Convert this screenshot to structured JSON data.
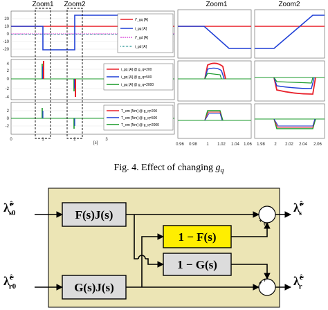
{
  "zoom_labels": [
    "Zoom1",
    "Zoom2"
  ],
  "legends": {
    "top": [
      "i*_gq [A]",
      "i_gq [A]",
      "i*_gd [A]",
      "i_gd [A]"
    ],
    "middle": [
      "i_gq [A] @ g_q=200",
      "i_gq [A] @ g_q=500",
      "i_gq [A] @ g_q=2000"
    ],
    "bottom": [
      "T_em [Nm] @ g_q=200",
      "T_em [Nm] @ g_q=500",
      "T_em [Nm] @ g_q=2000"
    ]
  },
  "axis": {
    "xlabel": "[s]",
    "top_yticks": [
      "20",
      "10",
      "0",
      "-10",
      "-20"
    ],
    "mid_yticks": [
      "4",
      "2",
      "0",
      "-2",
      "-4"
    ],
    "bot_yticks": [
      "2",
      "0",
      "-2"
    ],
    "left_xticks": [
      "0",
      "1",
      "2",
      "3"
    ],
    "z1_xticks": [
      "0.98",
      "1",
      "1.02",
      "1.04",
      "1.06"
    ],
    "z2_xticks": [
      "1.98",
      "2",
      "2.02",
      "2.04",
      "2.06"
    ],
    "z1_lead": "0.96"
  },
  "caption": {
    "prefix": "Fig. 4. Effect of changing ",
    "var": "g",
    "sub": "q"
  },
  "block": {
    "in_top": {
      "base": "λ̃",
      "sup": "ê",
      "sub": "s0"
    },
    "in_bot": {
      "base": "λ̃",
      "sup": "ê",
      "sub": "r0"
    },
    "out_top": {
      "base": "λ̃",
      "sup": "ê",
      "sub": "s"
    },
    "out_bot": {
      "base": "λ̃",
      "sup": "ê",
      "sub": "r"
    },
    "fj": "F(s)J(s)",
    "gj": "G(s)J(s)",
    "one_minus_f": "1 − F(s)",
    "one_minus_g": "1 − G(s)",
    "plus": "+"
  },
  "colors": {
    "red": "#e8202a",
    "blue": "#1f3fd6",
    "green": "#1a9a2a",
    "magenta": "#d63bd6",
    "teal": "#138a8a",
    "panel_bg": "#ece5b5",
    "highlight": "#ffee00"
  }
}
